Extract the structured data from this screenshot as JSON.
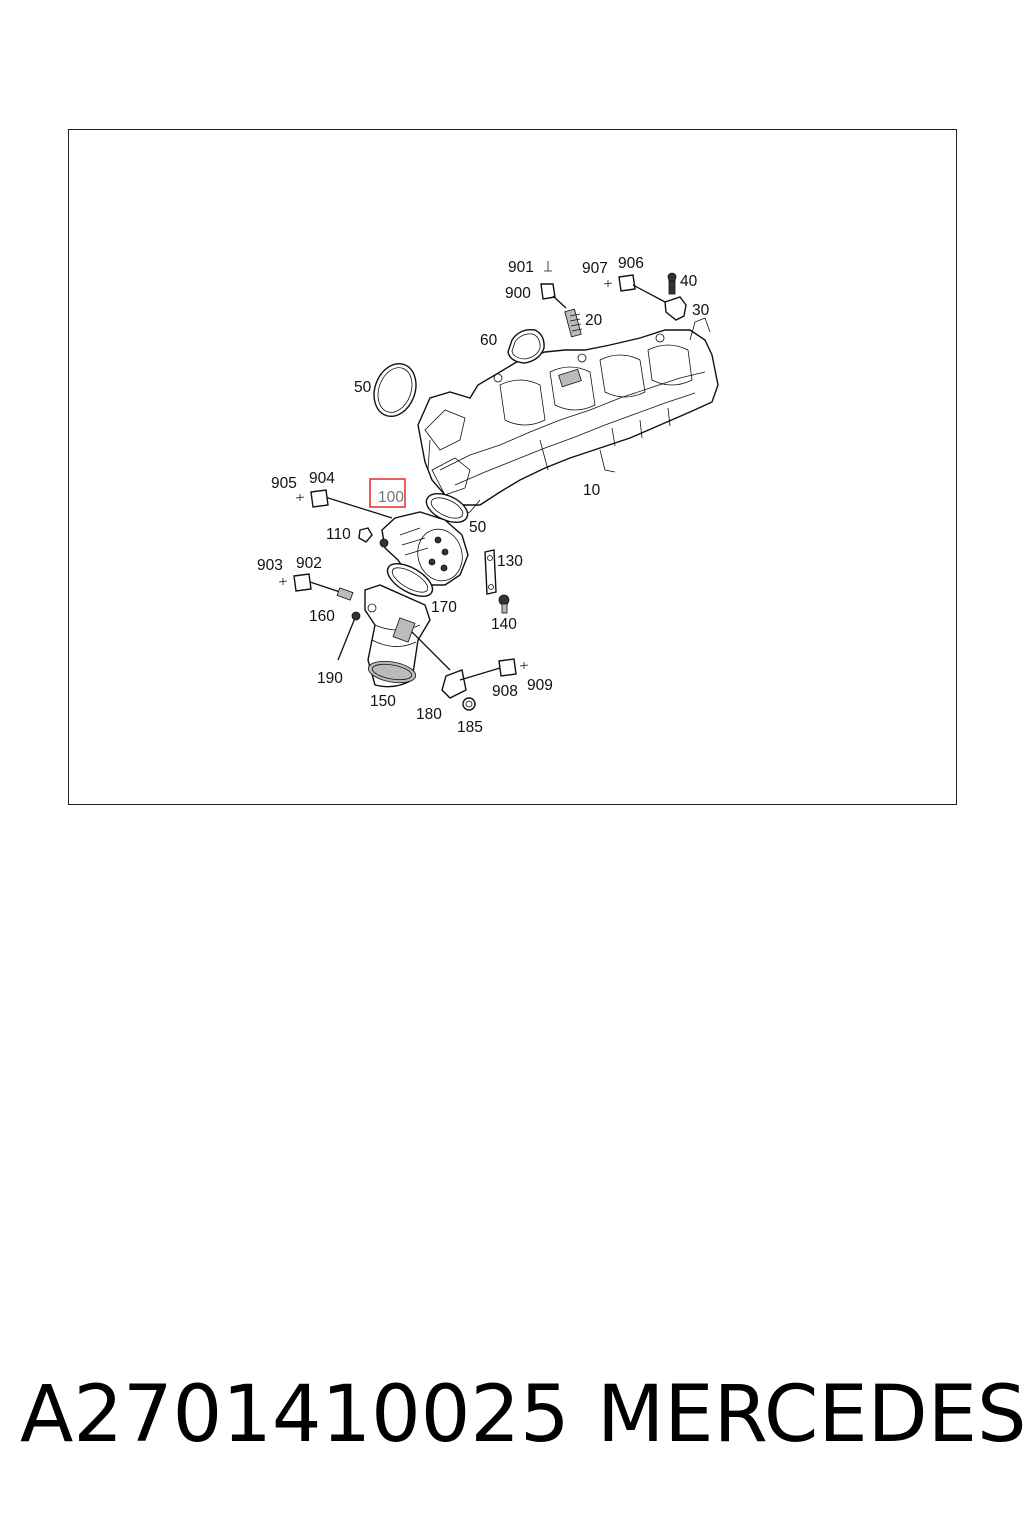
{
  "diagram": {
    "callouts": {
      "c901": "901",
      "c900": "900",
      "c907": "907",
      "c906": "906",
      "c40": "40",
      "c30": "30",
      "c20": "20",
      "c60": "60",
      "c50a": "50",
      "c10": "10",
      "c905": "905",
      "c904": "904",
      "c100": "100",
      "c50b": "50",
      "c110": "110",
      "c903": "903",
      "c902": "902",
      "c130": "130",
      "c170": "170",
      "c160": "160",
      "c140": "140",
      "c190": "190",
      "c150": "150",
      "c908": "908",
      "c909": "909",
      "c180": "180",
      "c185": "185"
    },
    "highlighted": "100",
    "highlight_color": "#e53935"
  },
  "footer": {
    "part_number": "A2701410025",
    "brand": "MERCEDES"
  }
}
